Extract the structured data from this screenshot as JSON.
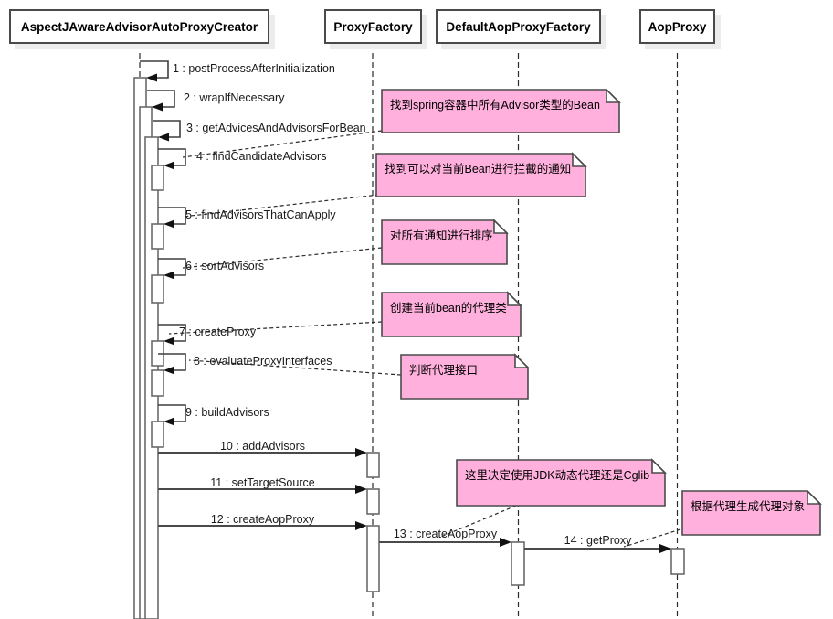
{
  "diagram": {
    "title": "Spring AOP proxy creation sequence",
    "participants": [
      {
        "name": "AspectJAwareAdvisorAutoProxyCreator"
      },
      {
        "name": "ProxyFactory"
      },
      {
        "name": "DefaultAopProxyFactory"
      },
      {
        "name": "AopProxy"
      }
    ],
    "messages": [
      {
        "label": "1 : postProcessAfterInitialization",
        "from": "AspectJAwareAdvisorAutoProxyCreator",
        "to": "AspectJAwareAdvisorAutoProxyCreator",
        "kind": "self"
      },
      {
        "label": "2 : wrapIfNecessary",
        "from": "AspectJAwareAdvisorAutoProxyCreator",
        "to": "AspectJAwareAdvisorAutoProxyCreator",
        "kind": "self"
      },
      {
        "label": "3 : getAdvicesAndAdvisorsForBean",
        "from": "AspectJAwareAdvisorAutoProxyCreator",
        "to": "AspectJAwareAdvisorAutoProxyCreator",
        "kind": "self"
      },
      {
        "label": "4 : findCandidateAdvisors",
        "from": "AspectJAwareAdvisorAutoProxyCreator",
        "to": "AspectJAwareAdvisorAutoProxyCreator",
        "kind": "self"
      },
      {
        "label": "5 : findAdvisorsThatCanApply",
        "from": "AspectJAwareAdvisorAutoProxyCreator",
        "to": "AspectJAwareAdvisorAutoProxyCreator",
        "kind": "self"
      },
      {
        "label": "6 : sortAdvisors",
        "from": "AspectJAwareAdvisorAutoProxyCreator",
        "to": "AspectJAwareAdvisorAutoProxyCreator",
        "kind": "self"
      },
      {
        "label": "7 : createProxy",
        "from": "AspectJAwareAdvisorAutoProxyCreator",
        "to": "AspectJAwareAdvisorAutoProxyCreator",
        "kind": "self"
      },
      {
        "label": "8 : evaluateProxyInterfaces",
        "from": "AspectJAwareAdvisorAutoProxyCreator",
        "to": "AspectJAwareAdvisorAutoProxyCreator",
        "kind": "self"
      },
      {
        "label": "9 : buildAdvisors",
        "from": "AspectJAwareAdvisorAutoProxyCreator",
        "to": "AspectJAwareAdvisorAutoProxyCreator",
        "kind": "self"
      },
      {
        "label": "10 : addAdvisors",
        "from": "AspectJAwareAdvisorAutoProxyCreator",
        "to": "ProxyFactory",
        "kind": "call"
      },
      {
        "label": "11 : setTargetSource",
        "from": "AspectJAwareAdvisorAutoProxyCreator",
        "to": "ProxyFactory",
        "kind": "call"
      },
      {
        "label": "12 : createAopProxy",
        "from": "AspectJAwareAdvisorAutoProxyCreator",
        "to": "ProxyFactory",
        "kind": "call"
      },
      {
        "label": "13 : createAopProxy",
        "from": "ProxyFactory",
        "to": "DefaultAopProxyFactory",
        "kind": "call"
      },
      {
        "label": "14 : getProxy",
        "from": "DefaultAopProxyFactory",
        "to": "AopProxy",
        "kind": "call"
      }
    ],
    "notes": [
      {
        "text": "找到spring容器中所有Advisor类型的Bean",
        "anchor": "4 : findCandidateAdvisors"
      },
      {
        "text": "找到可以对当前Bean进行拦截的通知",
        "anchor": "5 : findAdvisorsThatCanApply"
      },
      {
        "text": "对所有通知进行排序",
        "anchor": "6 : sortAdvisors"
      },
      {
        "text": "创建当前bean的代理类",
        "anchor": "7 : createProxy"
      },
      {
        "text": "判断代理接口",
        "anchor": "8 : evaluateProxyInterfaces"
      },
      {
        "text": "这里决定使用JDK动态代理还是Cglib",
        "anchor": "13 : createAopProxy"
      },
      {
        "text": "根据代理生成代理对象",
        "anchor": "14 : getProxy"
      }
    ],
    "colors": {
      "note_fill": "#FFB0DC",
      "note_border": "#4a4a4a",
      "line": "#4a4a4a",
      "bar_border": "#6a6a6a",
      "box_shadow": "#ececec",
      "background": "#ffffff"
    }
  }
}
